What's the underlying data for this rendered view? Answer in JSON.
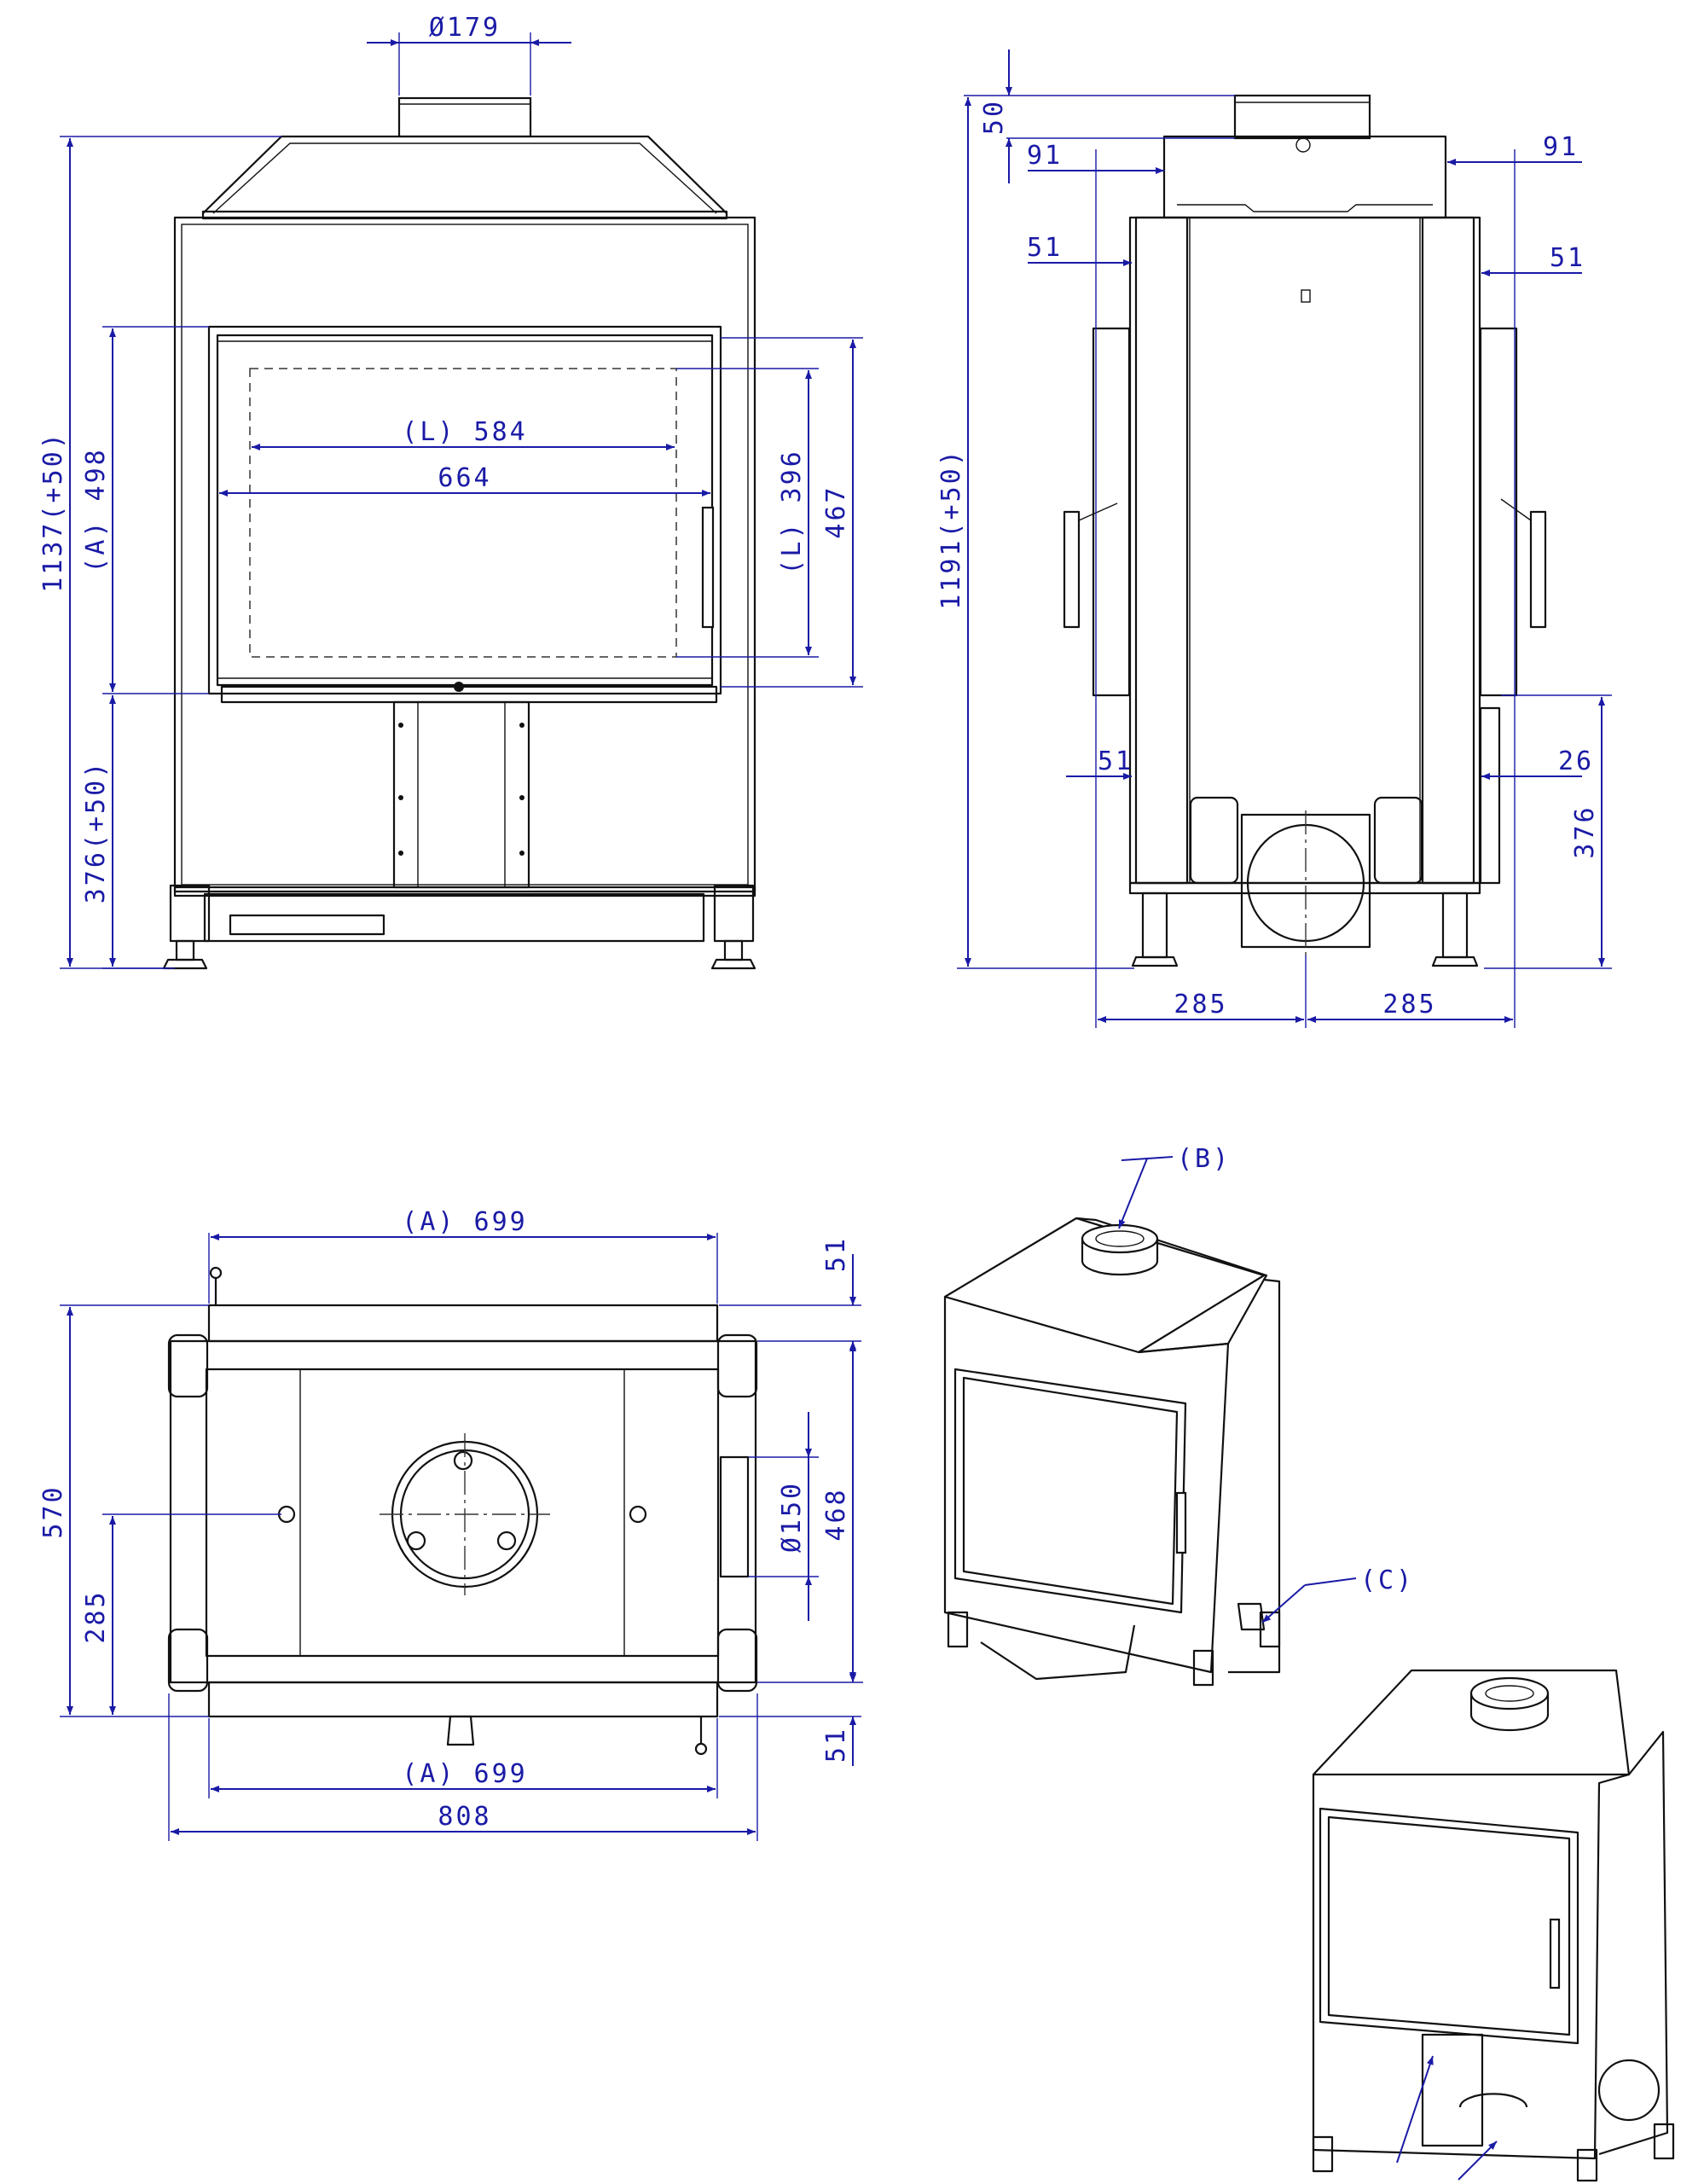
{
  "colors": {
    "dimension": "#1a1aa6",
    "outline": "#111111",
    "background": "#ffffff"
  },
  "front_view": {
    "flue_diameter": "Ø179",
    "total_height": "1137(+50)",
    "a_height": "(A) 498",
    "base_height": "376(+50)",
    "l_width": "(L) 584",
    "glass_width": "664",
    "l_height": "(L) 396",
    "glass_height": "467"
  },
  "side_view": {
    "top_offset": "50",
    "left_91": "91",
    "right_91": "91",
    "left_51_top": "51",
    "right_51_top": "51",
    "total_height": "1191(+50)",
    "left_51_bottom": "51",
    "right_26": "26",
    "right_376": "376",
    "half_depth_left": "285",
    "half_depth_right": "285"
  },
  "top_view": {
    "a_width_top": "(A) 699",
    "right_51_top": "51",
    "depth": "570",
    "half_depth": "285",
    "outlet_diameter": "Ø150",
    "inner_depth": "468",
    "right_51_bottom": "51",
    "a_width_bottom": "(A) 699",
    "total_width": "808"
  },
  "iso_view": {
    "callout_b": "(B)",
    "callout_c": "(C)"
  }
}
